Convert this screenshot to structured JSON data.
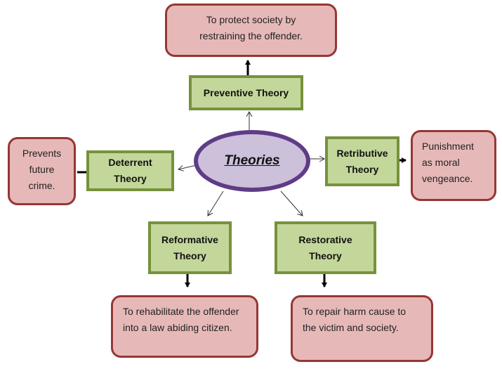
{
  "center": {
    "label": "Theories"
  },
  "theories": {
    "preventive": {
      "label": "Preventive Theory",
      "description": "To protect society by restraining the offender."
    },
    "deterrent": {
      "label": "Deterrent Theory",
      "description": "Prevents future crime."
    },
    "retributive": {
      "label": "Retributive Theory",
      "description": "Punishment as moral vengeance."
    },
    "reformative": {
      "label": "Reformative Theory",
      "description": "To rehabilitate the offender into a law abiding citizen."
    },
    "restorative": {
      "label": "Restorative Theory",
      "description": "To repair harm cause to the victim and society."
    }
  },
  "colors": {
    "theory_fill": "#c4d79b",
    "theory_border": "#76923c",
    "description_fill": "#e6b9b8",
    "description_border": "#953735",
    "center_fill": "#ccc0da",
    "center_border": "#5f3c85"
  }
}
